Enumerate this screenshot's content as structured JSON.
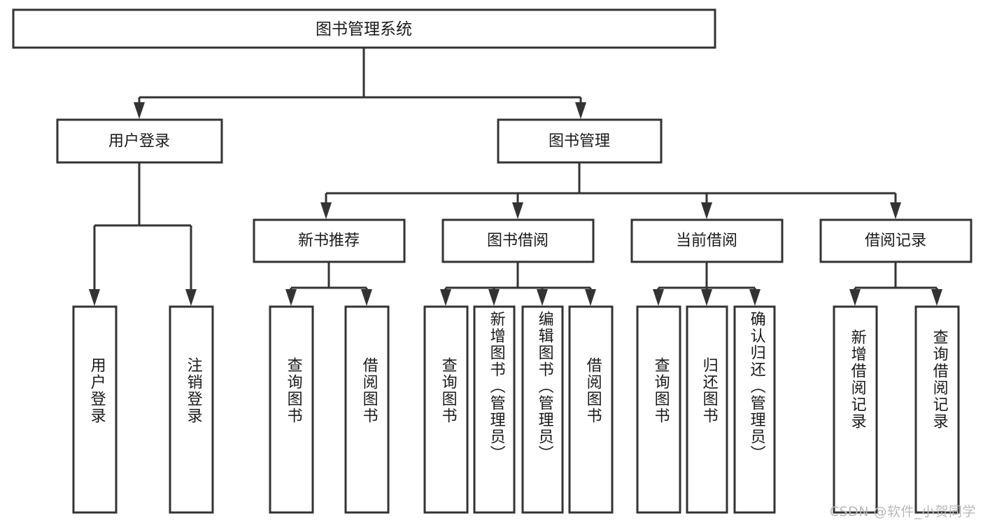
{
  "diagram": {
    "title": "图书管理系统",
    "type": "tree-hierarchy",
    "orientation": "top-down",
    "root": {
      "id": "root",
      "label": "图书管理系统",
      "label_orientation": "horizontal"
    },
    "level2": [
      {
        "id": "user-login",
        "label": "用户登录",
        "label_orientation": "horizontal"
      },
      {
        "id": "book-manage",
        "label": "图书管理",
        "label_orientation": "horizontal"
      }
    ],
    "level3": [
      {
        "id": "new-book-rec",
        "label": "新书推荐",
        "parent": "book-manage",
        "label_orientation": "horizontal"
      },
      {
        "id": "book-borrow",
        "label": "图书借阅",
        "parent": "book-manage",
        "label_orientation": "horizontal"
      },
      {
        "id": "current-borrow",
        "label": "当前借阅",
        "parent": "book-manage",
        "label_orientation": "horizontal"
      },
      {
        "id": "borrow-record",
        "label": "借阅记录",
        "parent": "book-manage",
        "label_orientation": "horizontal"
      }
    ],
    "leaves": [
      {
        "id": "leaf-user-login",
        "label": "用户登录",
        "parent": "user-login",
        "label_orientation": "vertical"
      },
      {
        "id": "leaf-user-logout",
        "label": "注销登录",
        "parent": "user-login",
        "label_orientation": "vertical"
      },
      {
        "id": "leaf-rec-query-book",
        "label": "查询图书",
        "parent": "new-book-rec",
        "label_orientation": "vertical"
      },
      {
        "id": "leaf-rec-borrow-book",
        "label": "借阅图书",
        "parent": "new-book-rec",
        "label_orientation": "vertical"
      },
      {
        "id": "leaf-borrow-query-book",
        "label": "查询图书",
        "parent": "book-borrow",
        "label_orientation": "vertical"
      },
      {
        "id": "leaf-borrow-add-book",
        "label": "新增图书（管理员）",
        "parent": "book-borrow",
        "label_orientation": "vertical"
      },
      {
        "id": "leaf-borrow-edit-book",
        "label": "编辑图书（管理员）",
        "parent": "book-borrow",
        "label_orientation": "vertical"
      },
      {
        "id": "leaf-borrow-borrow-book",
        "label": "借阅图书",
        "parent": "book-borrow",
        "label_orientation": "vertical"
      },
      {
        "id": "leaf-cur-query-book",
        "label": "查询图书",
        "parent": "current-borrow",
        "label_orientation": "vertical"
      },
      {
        "id": "leaf-cur-return-book",
        "label": "归还图书",
        "parent": "current-borrow",
        "label_orientation": "vertical"
      },
      {
        "id": "leaf-cur-confirm-return",
        "label": "确认归还（管理员）",
        "parent": "current-borrow",
        "label_orientation": "vertical"
      },
      {
        "id": "leaf-rec-add-record",
        "label": "新增借阅记录",
        "parent": "borrow-record",
        "label_orientation": "vertical"
      },
      {
        "id": "leaf-rec-query-record",
        "label": "查询借阅记录",
        "parent": "borrow-record",
        "label_orientation": "vertical"
      }
    ]
  },
  "watermark": {
    "text": "CSDN @软件_小贺同学"
  },
  "colors": {
    "box_border": "#333333",
    "box_fill": "#ffffff",
    "connector": "#333333",
    "text": "#1a1a1a",
    "watermark": "#b9b9b9",
    "background": "#ffffff"
  }
}
